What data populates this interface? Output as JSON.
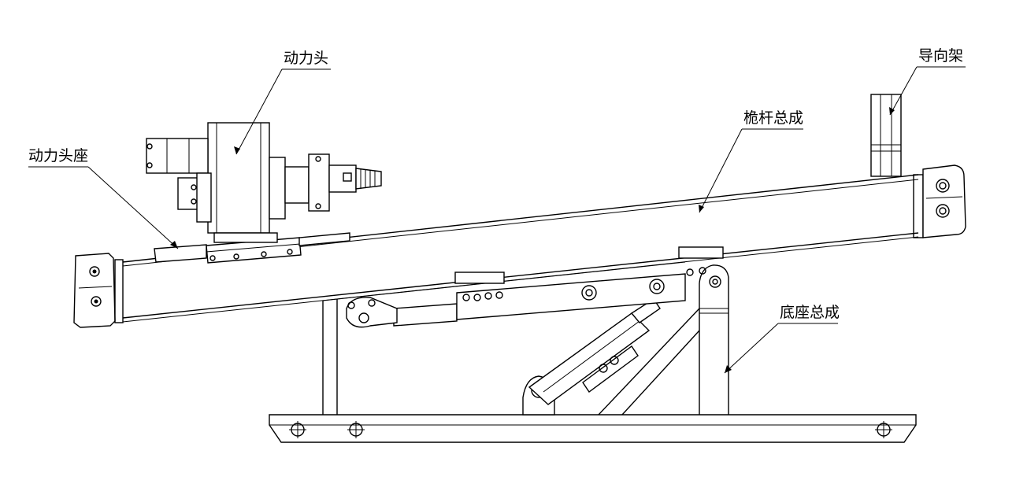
{
  "labels": {
    "power_head": "动力头",
    "power_head_seat": "动力头座",
    "guide_frame": "导向架",
    "gun_rod_assembly": "桅杆总成",
    "base_assembly": "底座总成"
  }
}
